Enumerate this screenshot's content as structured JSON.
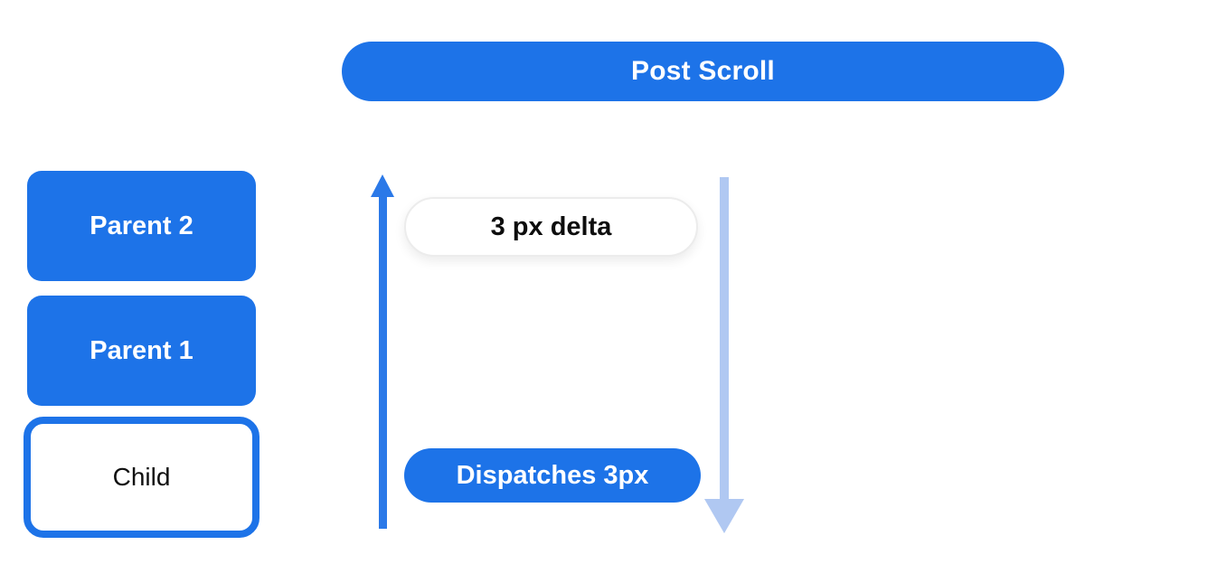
{
  "diagram": {
    "title_banner": {
      "label": "Post Scroll"
    },
    "colors": {
      "primary_blue": "#1d73e8",
      "light_blue": "#b0c8f2",
      "node_text_white": "#ffffff",
      "node_text_dark": "#101010",
      "background": "#ffffff",
      "delta_pill_border": "#ececec"
    },
    "stack": {
      "items": [
        {
          "label": "Parent 2",
          "variant": "filled"
        },
        {
          "label": "Parent 1",
          "variant": "filled"
        },
        {
          "label": "Child",
          "variant": "outlined"
        }
      ]
    },
    "flow": {
      "up_arrow": {
        "icon": "up-arrow-icon",
        "direction": "up",
        "color": "#2b79e8"
      },
      "down_arrow": {
        "icon": "down-arrow-icon",
        "direction": "down",
        "color": "#b0c8f2"
      },
      "delta_pill": {
        "label": "3 px delta"
      },
      "dispatch_pill": {
        "label": "Dispatches 3px"
      }
    }
  }
}
